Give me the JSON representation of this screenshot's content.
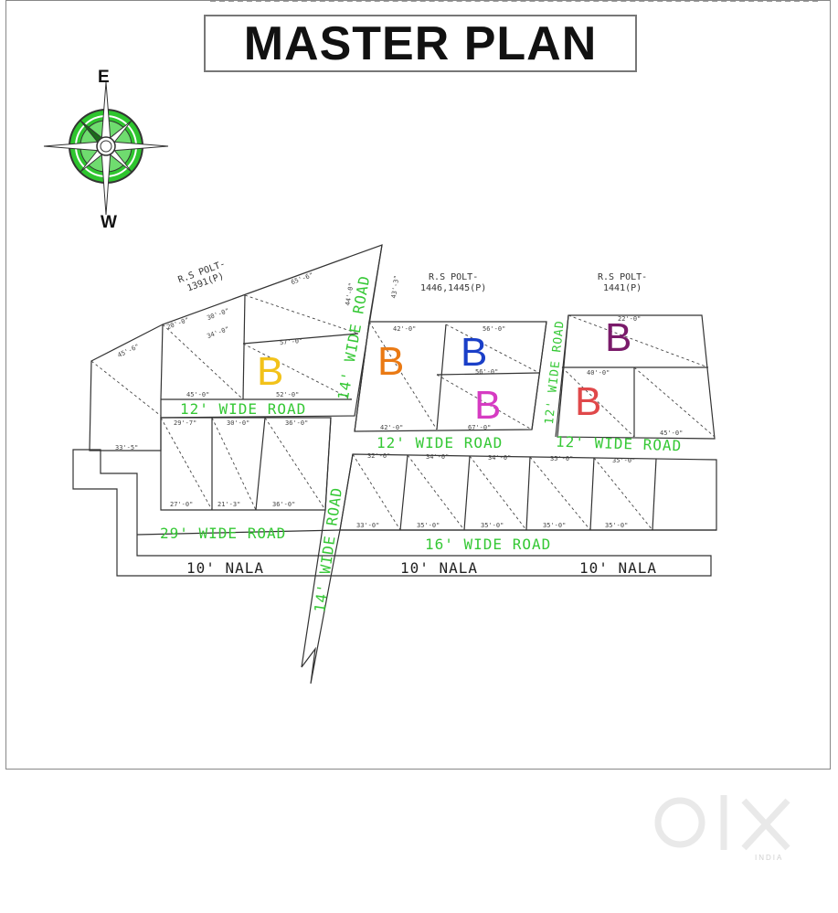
{
  "title": "MASTER PLAN",
  "compass": {
    "top": "E",
    "bottom": "W"
  },
  "survey_plots": {
    "left": [
      "R.S POLT-",
      "1391(P)"
    ],
    "middle": [
      "R.S POLT-",
      "1446,1445(P)"
    ],
    "right": [
      "R.S POLT-",
      "1441(P)"
    ]
  },
  "roads": {
    "road_12_left": "12' WIDE ROAD",
    "road_14_upper": "14' WIDE ROAD",
    "road_12_center": "12' WIDE ROAD",
    "road_12_vertical": "12' WIDE ROAD",
    "road_12_right": "12' WIDE ROAD",
    "road_14_lower": "14' WIDE ROAD",
    "road_29": "29' WIDE ROAD",
    "road_16": "16' WIDE ROAD"
  },
  "nala": [
    "10' NALA",
    "10' NALA",
    "10' NALA"
  ],
  "blocks": [
    {
      "label": "B",
      "color": "#f2c21a"
    },
    {
      "label": "B",
      "color": "#ea7a14"
    },
    {
      "label": "B",
      "color": "#1a3fc8"
    },
    {
      "label": "B",
      "color": "#d63bc2"
    },
    {
      "label": "B",
      "color": "#7a1b6a"
    },
    {
      "label": "B",
      "color": "#e0484a"
    }
  ],
  "dimensions": {
    "d1": "45'-6\"",
    "d2": "30'-0\"",
    "d3": "65'-6\"",
    "d4": "44'-0\"",
    "d5": "43'-3\"",
    "d6": "20'-0\"",
    "d7": "34'-0\"",
    "d8": "57'-0\"",
    "d9": "42'-0\"",
    "d10": "56'-0\"",
    "d11": "22'-0\"",
    "d12": "45'-0\"",
    "d13": "52'-0\"",
    "d14": "56'-0\"",
    "d15": "40'-0\"",
    "d16": "29'-7\"",
    "d17": "30'-0\"",
    "d18": "36'-0\"",
    "d19": "42'-0\"",
    "d20": "67'-0\"",
    "d21": "45'-0\"",
    "d22": "33'-5\"",
    "d23": "32'-6\"",
    "d24": "34'-0\"",
    "d25": "34'-0\"",
    "d26": "35'-0\"",
    "d27": "35'-0\"",
    "d28": "27'-0\"",
    "d29": "21'-3\"",
    "d30": "36'-0\"",
    "d31": "33'-0\"",
    "d32": "35'-0\"",
    "d33": "35'-0\"",
    "d34": "35'-0\"",
    "d35": "35'-0\""
  },
  "watermark": {
    "brand": "olx",
    "sub": "INDIA"
  },
  "colors": {
    "road_text": "#35c835",
    "compass_green": "#2ec52e",
    "lines": "#333333"
  }
}
